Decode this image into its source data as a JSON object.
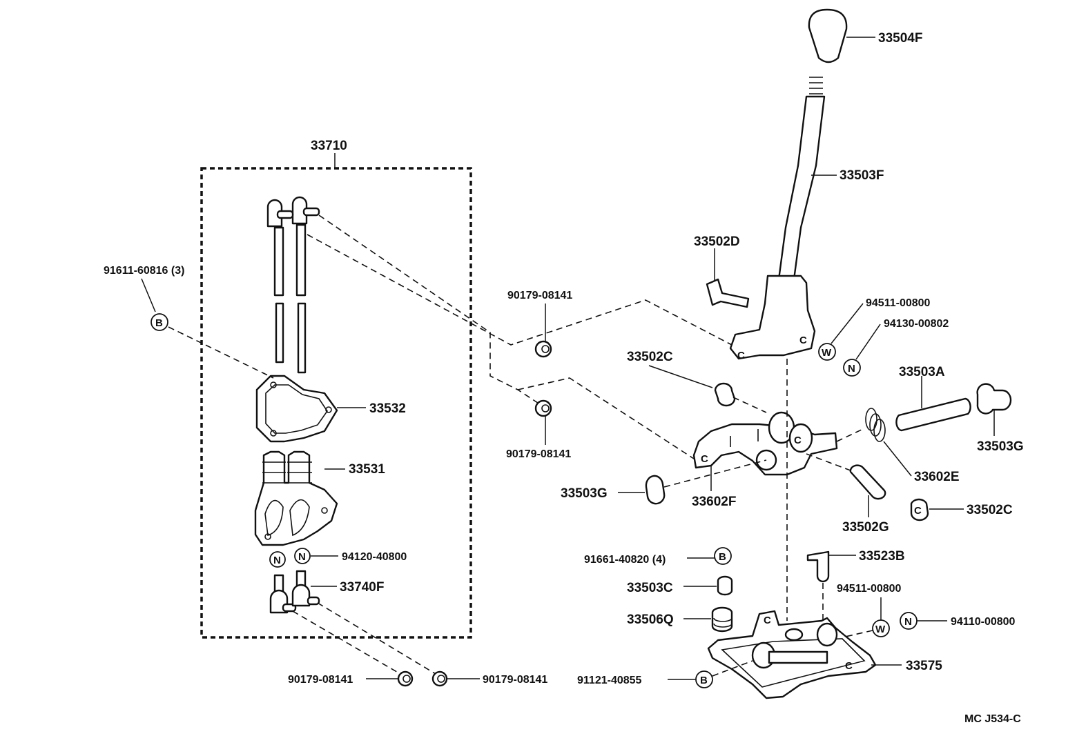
{
  "diagram": {
    "reference": "MC J534-C",
    "group_label": "33710",
    "parts": {
      "knob": "33504F",
      "lever": "33503F",
      "bolt_top": "33502D",
      "washer_top": "94511-00800",
      "nut_top": "94130-00802",
      "bushing_left": "33502C",
      "shaft": "33503A",
      "bushing_right": "33503G",
      "spring": "33602E",
      "bushing_lower_left": "33503G",
      "retainer": "33602F",
      "collar": "33502G",
      "bushing_lower_right": "33502C",
      "bracket_small": "33523B",
      "washer_bottom": "94511-00800",
      "nut_bottom": "94110-00800",
      "bolt_b_top": "91661-40820 (4)",
      "cushion_small": "33503C",
      "cushion_large": "33506Q",
      "bolt_b_bottom": "91121-40855",
      "housing": "33575",
      "clip_upper": "90179-08141",
      "clip_lower": "90179-08141",
      "clip_bottom_left": "90179-08141",
      "clip_bottom_right": "90179-08141",
      "bolt_b_left": "91611-60816 (3)",
      "gasket": "33532",
      "boot": "33531",
      "nut_n_left": "94120-40800",
      "ball_joint": "33740F"
    },
    "symbols": {
      "b": "B",
      "w": "W",
      "n": "N",
      "c": "C"
    }
  }
}
